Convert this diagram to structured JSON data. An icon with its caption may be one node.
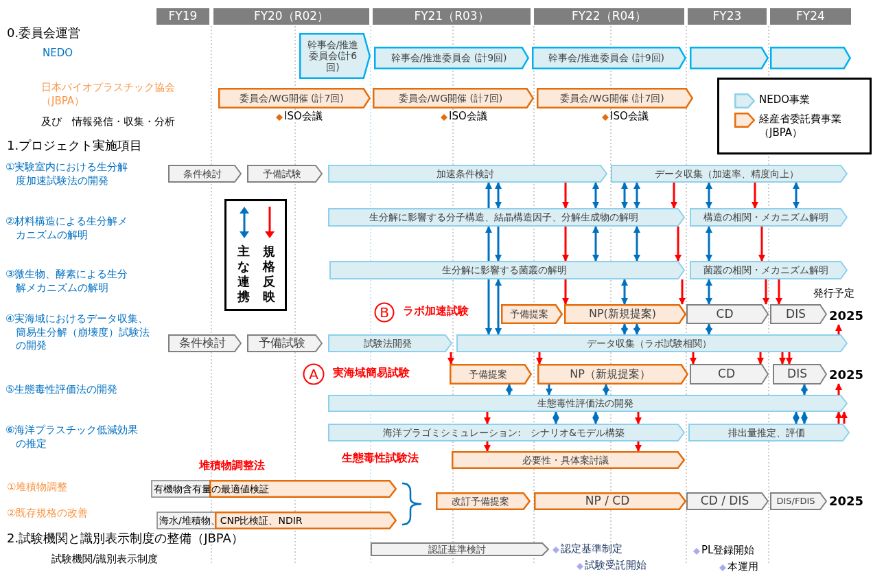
{
  "diagram": {
    "nodes": [
      {
        "text": [
          "FY19"
        ]
      },
      {
        "text": [
          "FY20（R02）"
        ]
      },
      {
        "text": [
          "FY21（R03）"
        ]
      },
      {
        "text": [
          "FY22（R04）"
        ]
      },
      {
        "text": [
          "FY23"
        ]
      },
      {
        "text": [
          "FY24"
        ]
      },
      {
        "text": [
          "幹事会/推進委員会(計6回)"
        ]
      },
      {
        "text": [
          "幹事会/推進委員会 (計9回)"
        ]
      },
      {
        "text": [
          "幹事会/推進委員会 (計9回)"
        ]
      },
      {
        "text": [],
        "shape": "box"
      },
      {
        "text": [],
        "shape": "box"
      },
      {
        "text": [
          "委員会/WG開催 (計7回)"
        ]
      },
      {
        "text": [
          "委員会/WG開催 (計7回)"
        ]
      },
      {
        "text": [
          "委員会/WG開催 (計7回)"
        ]
      },
      {
        "text": [
          "条件検討"
        ]
      },
      {
        "text": [
          "予備試験"
        ]
      },
      {
        "text": [
          "加速条件検討"
        ]
      },
      {
        "text": [
          "データ収集（加速率、精度向上）"
        ]
      },
      {
        "text": [
          "生分解に影響する分子構造、結晶構造因子、分解生成物の解明"
        ]
      },
      {
        "text": [
          "構造の相関・メカニズム解明"
        ]
      },
      {
        "text": [
          "生分解に影響する菌叢の解明"
        ]
      },
      {
        "text": [
          "菌叢の相関・メカニズム解明"
        ]
      },
      {
        "text": [
          "B"
        ],
        "beside": [
          "ラボ加速試験"
        ]
      },
      {
        "text": [
          "予備提案"
        ]
      },
      {
        "text": [
          "NP(新規提案)"
        ]
      },
      {
        "text": [
          "CD"
        ]
      },
      {
        "text": [
          "DIS"
        ]
      },
      {
        "text": [
          "2025"
        ]
      },
      {
        "text": [
          "条件検討"
        ]
      },
      {
        "text": [
          "予備試験"
        ]
      },
      {
        "text": [
          "試験法開発"
        ]
      },
      {
        "text": [
          "データ収集（ラボ試験相関）"
        ]
      },
      {
        "text": [
          "A"
        ],
        "beside": [
          "実海域簡易試験"
        ]
      },
      {
        "text": [
          "予備提案"
        ]
      },
      {
        "text": [
          "NP（新規提案）"
        ]
      },
      {
        "text": [
          "CD"
        ]
      },
      {
        "text": [
          "DIS"
        ]
      },
      {
        "text": [
          "2025"
        ]
      },
      {
        "text": [
          "生態毒性評価法の開発"
        ]
      },
      {
        "text": [
          "海洋プラゴミシミュレーション:　シナリオ&モデル構築"
        ]
      },
      {
        "text": [
          "排出量推定、評価"
        ]
      },
      {
        "text": [
          "必要性・具体案討議"
        ]
      },
      {
        "text": [
          "有機物含有量の最適値検証"
        ]
      },
      {
        "text": [
          "海水/堆積物、CNP比検証、NDIR"
        ]
      },
      {
        "text": [
          "改訂予備提案"
        ]
      },
      {
        "text": [
          "NP / CD"
        ]
      },
      {
        "text": [
          "CD / DIS"
        ]
      },
      {
        "text": [
          "DIS/FDIS"
        ]
      },
      {
        "text": [
          "認証基準検討"
        ]
      }
    ],
    "edges": [
      {
        "from": 18,
        "to": 16,
        "arrow": "to",
        "color": "#0070c0"
      },
      {
        "from": 20,
        "to": 18,
        "arrow": "to",
        "color": "#0070c0"
      },
      {
        "from": 20,
        "to": 31,
        "arrow": "to",
        "color": "#0070c0"
      },
      {
        "from": 16,
        "to": 18,
        "arrow": "both",
        "color": "#0070c0"
      },
      {
        "from": 18,
        "to": 20,
        "arrow": "to",
        "color": "#0070c0"
      },
      {
        "from": 20,
        "to": 31,
        "arrow": "both",
        "color": "#0070c0"
      },
      {
        "from": 33,
        "to": 38,
        "arrow": "both",
        "color": "#0070c0"
      },
      {
        "from": 34,
        "to": 38,
        "arrow": "to",
        "color": "#0070c0"
      },
      {
        "from": 38,
        "to": 39,
        "arrow": "both",
        "color": "#0070c0"
      },
      {
        "from": 16,
        "to": 18,
        "arrow": "both",
        "color": "#0070c0"
      },
      {
        "from": 18,
        "to": 20,
        "arrow": "both",
        "color": "#0070c0"
      },
      {
        "from": 34,
        "to": 38,
        "arrow": "both",
        "color": "#0070c0"
      },
      {
        "from": 38,
        "to": 39,
        "arrow": "both",
        "color": "#0070c0"
      },
      {
        "from": 17,
        "to": 18,
        "arrow": "both",
        "color": "#0070c0"
      },
      {
        "from": 20,
        "to": 24,
        "arrow": "both",
        "color": "#0070c0"
      },
      {
        "from": 24,
        "to": 31,
        "arrow": "both",
        "color": "#0070c0"
      },
      {
        "from": 17,
        "to": 18,
        "arrow": "both",
        "color": "#0070c0"
      },
      {
        "from": 18,
        "to": 20,
        "arrow": "both",
        "color": "#0070c0"
      },
      {
        "from": 24,
        "to": 31,
        "arrow": "both",
        "color": "#0070c0"
      },
      {
        "from": 17,
        "to": 19,
        "arrow": "both",
        "color": "#0070c0"
      },
      {
        "from": 19,
        "to": 21,
        "arrow": "both",
        "color": "#0070c0"
      },
      {
        "from": 21,
        "to": 25,
        "arrow": "both",
        "color": "#0070c0"
      },
      {
        "from": 25,
        "to": 31,
        "arrow": "both",
        "color": "#0070c0"
      },
      {
        "from": 17,
        "to": 19,
        "arrow": "both",
        "color": "#0070c0"
      },
      {
        "from": 38,
        "to": 40,
        "arrow": "both",
        "color": "#0070c0"
      },
      {
        "from": 36,
        "to": 38,
        "arrow": "both",
        "color": "#0070c0"
      },
      {
        "from": 38,
        "to": 40,
        "arrow": "both",
        "color": "#0070c0"
      },
      {
        "from": 16,
        "to": 18,
        "arrow": "to",
        "color": "#ff0000"
      },
      {
        "from": 18,
        "to": 20,
        "arrow": "to",
        "color": "#ff0000"
      },
      {
        "from": 20,
        "to": 24,
        "arrow": "to",
        "color": "#ff0000"
      },
      {
        "from": 17,
        "to": 18,
        "arrow": "to",
        "color": "#ff0000"
      },
      {
        "from": 18,
        "to": 20,
        "arrow": "to",
        "color": "#ff0000"
      },
      {
        "from": 20,
        "to": 24,
        "arrow": "to",
        "color": "#ff0000"
      },
      {
        "from": 17,
        "to": 19,
        "arrow": "to",
        "color": "#ff0000"
      },
      {
        "from": 19,
        "to": 21,
        "arrow": "to",
        "color": "#ff0000"
      },
      {
        "from": 21,
        "to": 25,
        "arrow": "to",
        "color": "#ff0000"
      },
      {
        "from": 21,
        "to": 26,
        "arrow": "to",
        "color": "#ff0000"
      },
      {
        "from": 31,
        "to": 36,
        "arrow": "to",
        "color": "#ff0000"
      },
      {
        "from": 31,
        "to": 36,
        "arrow": "to",
        "color": "#ff0000"
      },
      {
        "from": 31,
        "to": 35,
        "arrow": "to",
        "color": "#ff0000"
      },
      {
        "from": 30,
        "to": 33,
        "arrow": "to",
        "color": "#ff0000"
      },
      {
        "from": 31,
        "to": 34,
        "arrow": "to",
        "color": "#ff0000"
      },
      {
        "from": 31,
        "to": 35,
        "arrow": "to",
        "color": "#ff0000"
      },
      {
        "from": 38,
        "to": 39,
        "arrow": "to",
        "color": "#ff0000"
      },
      {
        "from": 39,
        "to": 41,
        "arrow": "to",
        "color": "#ff0000"
      },
      {
        "from": 38,
        "to": 39,
        "arrow": "to",
        "color": "#ff0000"
      },
      {
        "from": 39,
        "to": 41,
        "arrow": "to",
        "color": "#ff0000"
      },
      {
        "from": 40,
        "to": 38,
        "arrow": "to",
        "color": "#ff0000"
      },
      {
        "from": 38,
        "to": 37,
        "arrow": "to",
        "color": "#ff0000"
      },
      {
        "from": 31,
        "to": 27,
        "arrow": "to",
        "color": "#ff0000"
      },
      {
        "from": 40,
        "to": 38,
        "arrow": "to",
        "color": "#ff0000"
      }
    ],
    "labels": [
      "0.委員会運営",
      "NEDO",
      "日本バイオプラスチック協会（JBPA）",
      "及び　情報発信・収集・分析",
      "ISO会議",
      "ISO会議",
      "ISO会議",
      "1.プロジェクト実施項目",
      "①実験室内における生分解度加速試験法の開発",
      "②材料構造による生分解メカニズムの解明",
      "③微生物、酵素による生分解メカニズムの解明",
      "発行予定",
      "④実海域におけるデータ収集、簡易生分解（崩壊度）試験法の開発",
      "⑤生態毒性評価法の開発",
      "⑥海洋プラスチック低減効果の推定",
      "生態毒性試験法",
      "堆積物調整法",
      "①堆積物調整",
      "②既存規格の改善",
      "2025",
      "2.試験機関と識別表示制度の整備（JBPA）",
      "試験機関/識別表示制度",
      "認定基準制定",
      "試験受託開始",
      "PL登録開始",
      "本運用"
    ],
    "legend": [
      {
        "text": "NEDO事業",
        "color": "#daeef3"
      },
      {
        "text": "経産省委託費事業（JBPA）",
        "color": "#fde9d9"
      },
      {
        "text": "主な連携"
      },
      {
        "text": "規格反映"
      }
    ]
  }
}
